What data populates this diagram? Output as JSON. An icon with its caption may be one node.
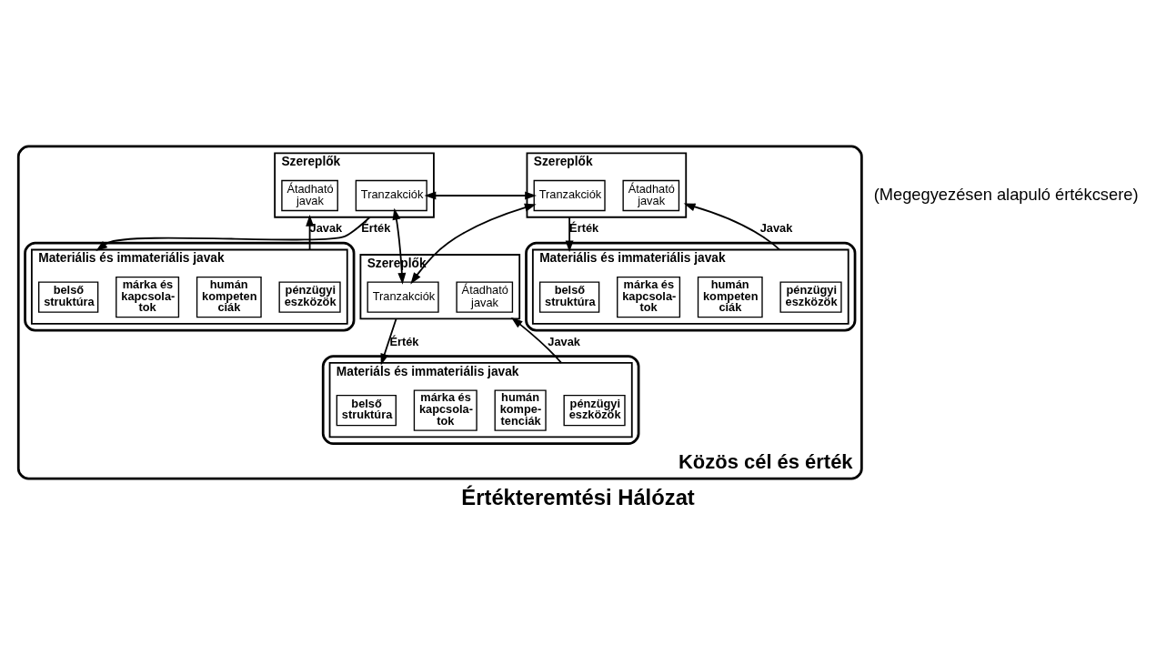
{
  "diagram": {
    "title": "Értékteremtési Hálózat",
    "nodes": [
      {
        "text": [
          "Közös cél és érték"
        ]
      },
      {
        "text": [
          "Tranzakciók"
        ],
        "in": 2
      },
      {
        "text": [
          "Szereplők"
        ],
        "in": 0
      },
      {
        "text": [
          "Átadható javak"
        ],
        "in": 2
      },
      {
        "text": [],
        "shape": "ellipse",
        "in": 0
      },
      {
        "text": [
          "Materiális és immateriális javak"
        ],
        "in": 4
      },
      {
        "text": [
          "pénzügyi eszközök"
        ],
        "in": 5
      },
      {
        "text": [
          "humán kompeten ciák"
        ],
        "in": 5
      },
      {
        "text": [
          "márka és kapcsola- tok"
        ],
        "in": 5
      },
      {
        "text": [
          "belső struktúra"
        ],
        "in": 5
      },
      {
        "text": [
          "Tranzakciók"
        ],
        "in": 11
      },
      {
        "text": [
          "Szereplők"
        ],
        "in": 0
      },
      {
        "text": [
          "Átadható javak"
        ],
        "in": 11
      },
      {
        "text": [],
        "shape": "ellipse",
        "in": 0
      },
      {
        "text": [
          "Materiális és immateriális javak"
        ],
        "in": 13
      },
      {
        "text": [
          "pénzügyi eszközök"
        ],
        "in": 14
      },
      {
        "text": [
          "humán kompeten ciák"
        ],
        "in": 14
      },
      {
        "text": [
          "márka és kapcsola- tok"
        ],
        "in": 14
      },
      {
        "text": [
          "belső struktúra"
        ],
        "in": 14
      },
      {
        "text": [
          "Tranzakciók"
        ],
        "in": 20
      },
      {
        "text": [
          "Szereplők"
        ],
        "in": 0
      },
      {
        "text": [
          "Átadható javak"
        ],
        "in": 20
      },
      {
        "text": [],
        "shape": "ellipse",
        "in": 0
      },
      {
        "text": [
          "Materiáls és immateriális javak"
        ],
        "in": 22
      },
      {
        "text": [
          "pénzügyi eszközök"
        ],
        "in": 23
      },
      {
        "text": [
          "humán kompe- tenciák"
        ],
        "in": 23
      },
      {
        "text": [
          "márka és kapcsola- tok"
        ],
        "in": 23
      },
      {
        "text": [
          "belső struktúra"
        ],
        "in": 23
      }
    ],
    "edges": [
      {
        "from": 1,
        "to": 10,
        "arrow": "both"
      },
      {
        "from": 1,
        "to": 19,
        "arrow": "both"
      },
      {
        "from": 10,
        "to": 19,
        "arrow": "both"
      },
      {
        "from": 2,
        "to": 5,
        "arrow": "to",
        "label": "Érték"
      },
      {
        "from": 5,
        "to": 2,
        "arrow": "to",
        "label": "Javak"
      },
      {
        "from": 11,
        "to": 14,
        "arrow": "to",
        "label": "Érték"
      },
      {
        "from": 14,
        "to": 11,
        "arrow": "to",
        "label": "Javak"
      },
      {
        "from": 20,
        "to": 23,
        "arrow": "to",
        "label": "Érték"
      },
      {
        "from": 23,
        "to": 20,
        "arrow": "to",
        "label": "Javak"
      }
    ],
    "labels": [
      "(Megegyezésen alapuló értékcsere)"
    ]
  }
}
